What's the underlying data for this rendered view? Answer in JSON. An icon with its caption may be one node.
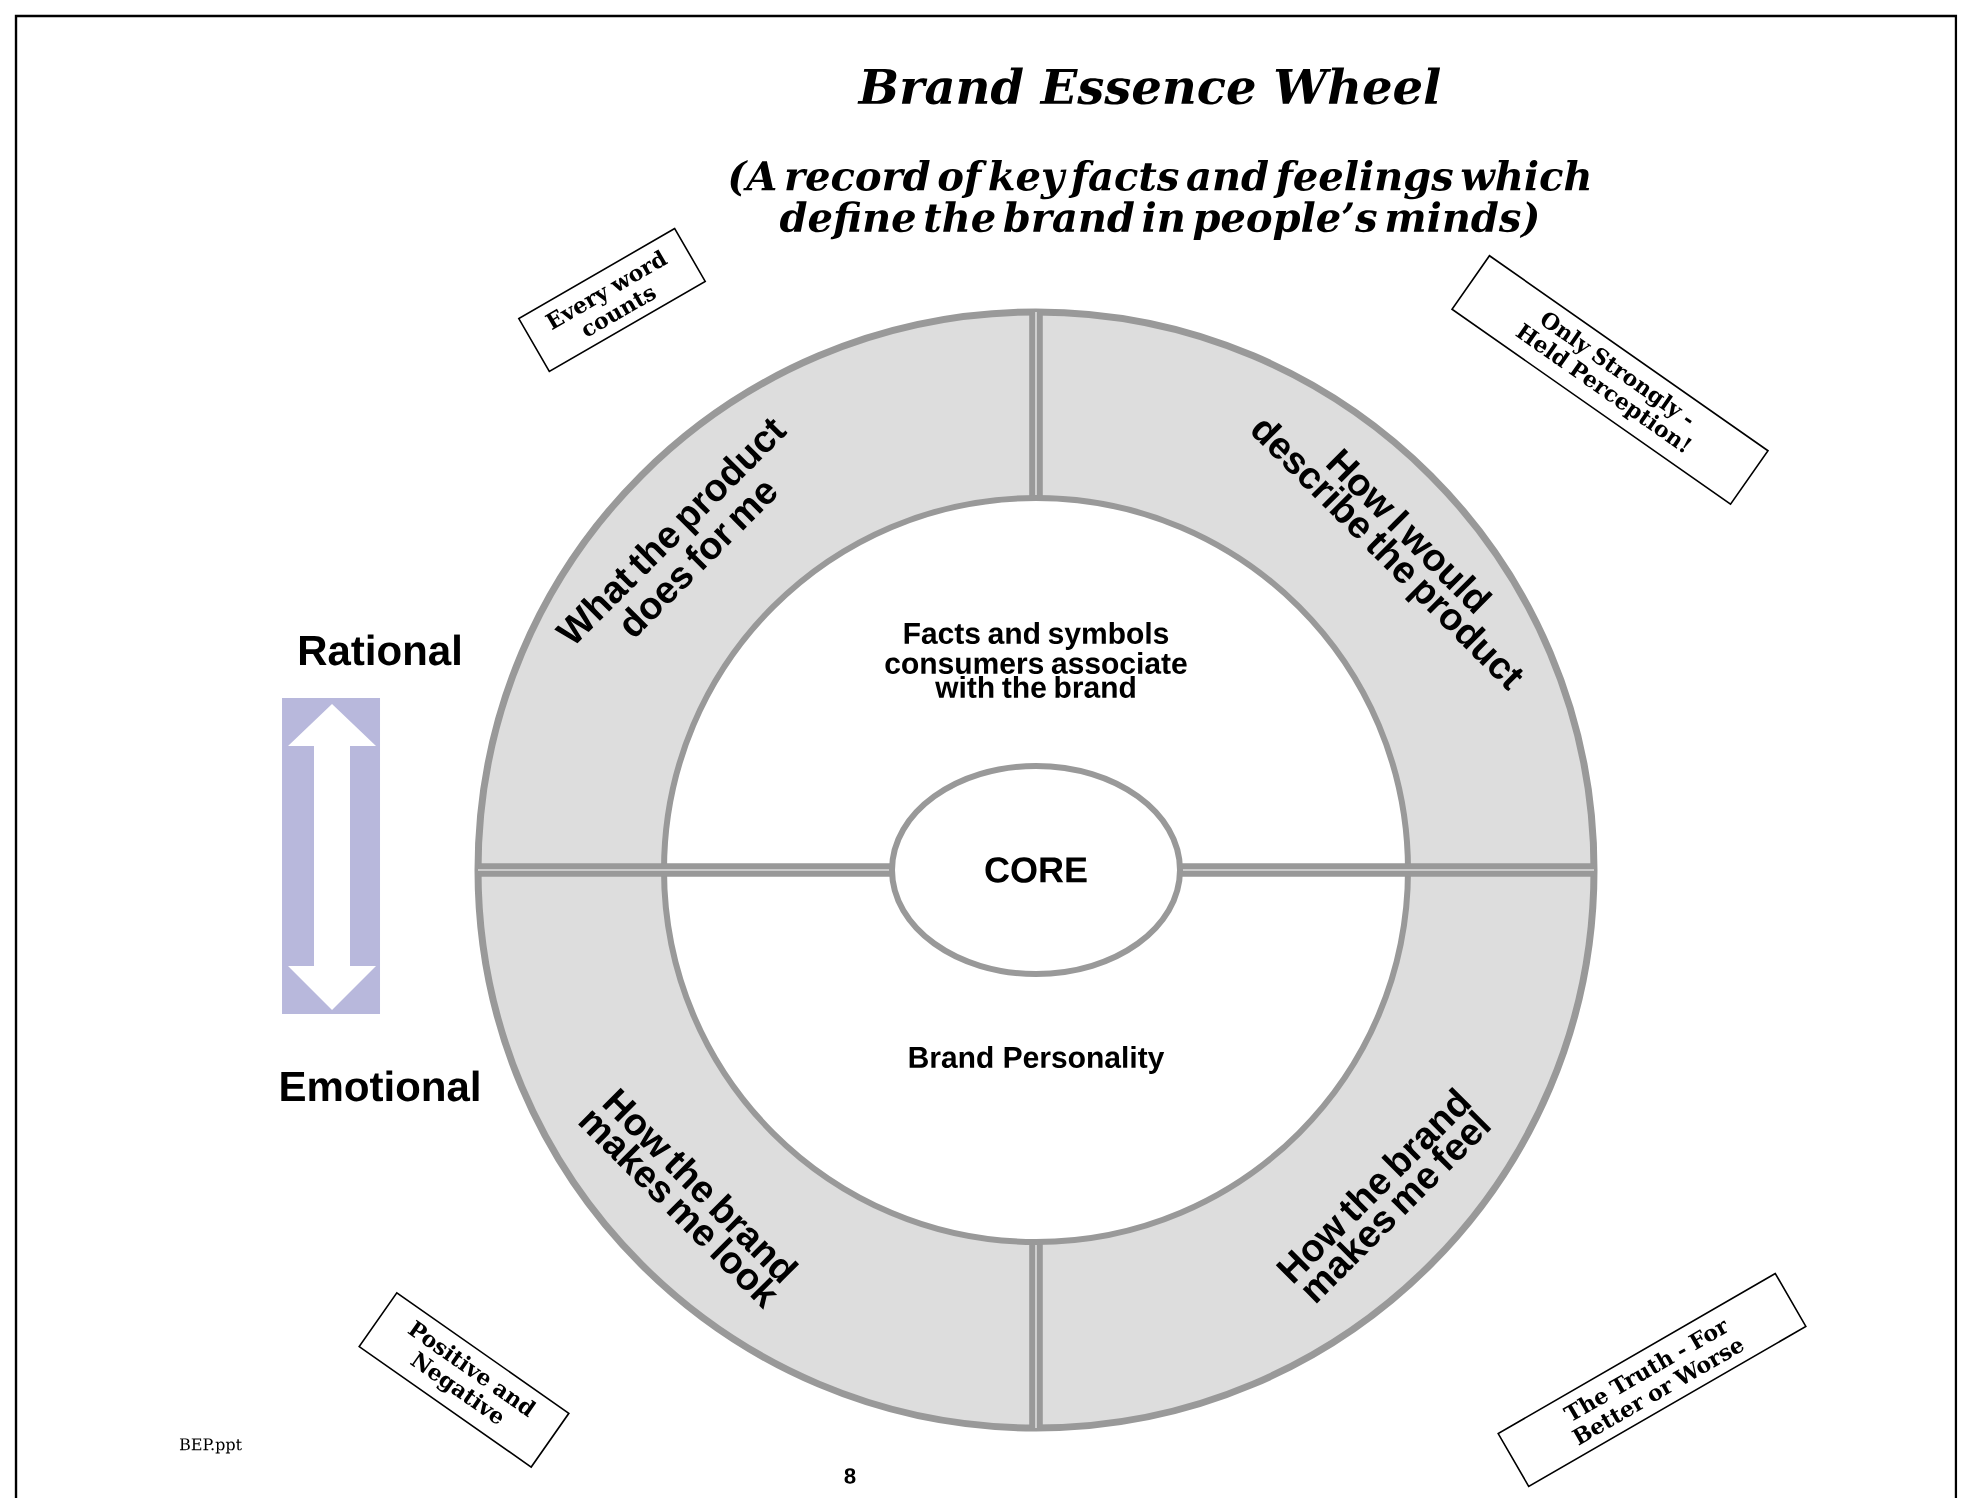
{
  "diagram": {
    "title": "Brand Essence Wheel",
    "nodes": [
      {
        "text": [
          "What the product does for me"
        ]
      },
      {
        "text": [
          "How I would describe the product"
        ]
      },
      {
        "text": [
          "How the brand makes me look"
        ]
      },
      {
        "text": [
          "How the brand makes me feel"
        ]
      },
      {
        "text": [
          "Facts and symbols consumers associate with the brand",
          "Brand Personality"
        ]
      },
      {
        "text": [
          "CORE"
        ],
        "in": 4
      },
      {
        "text": [
          "Every word counts"
        ]
      },
      {
        "text": [
          "Only Strongly - Held Perception!"
        ]
      },
      {
        "text": [
          "Positive and Negative"
        ]
      },
      {
        "text": [
          "The Truth - For Better or Worse"
        ]
      }
    ],
    "edges": [],
    "labels": [
      "(A record of key facts and feelings which define the brand in people’s minds)",
      "Rational",
      "Emotional",
      "BEP.ppt",
      "8"
    ]
  }
}
